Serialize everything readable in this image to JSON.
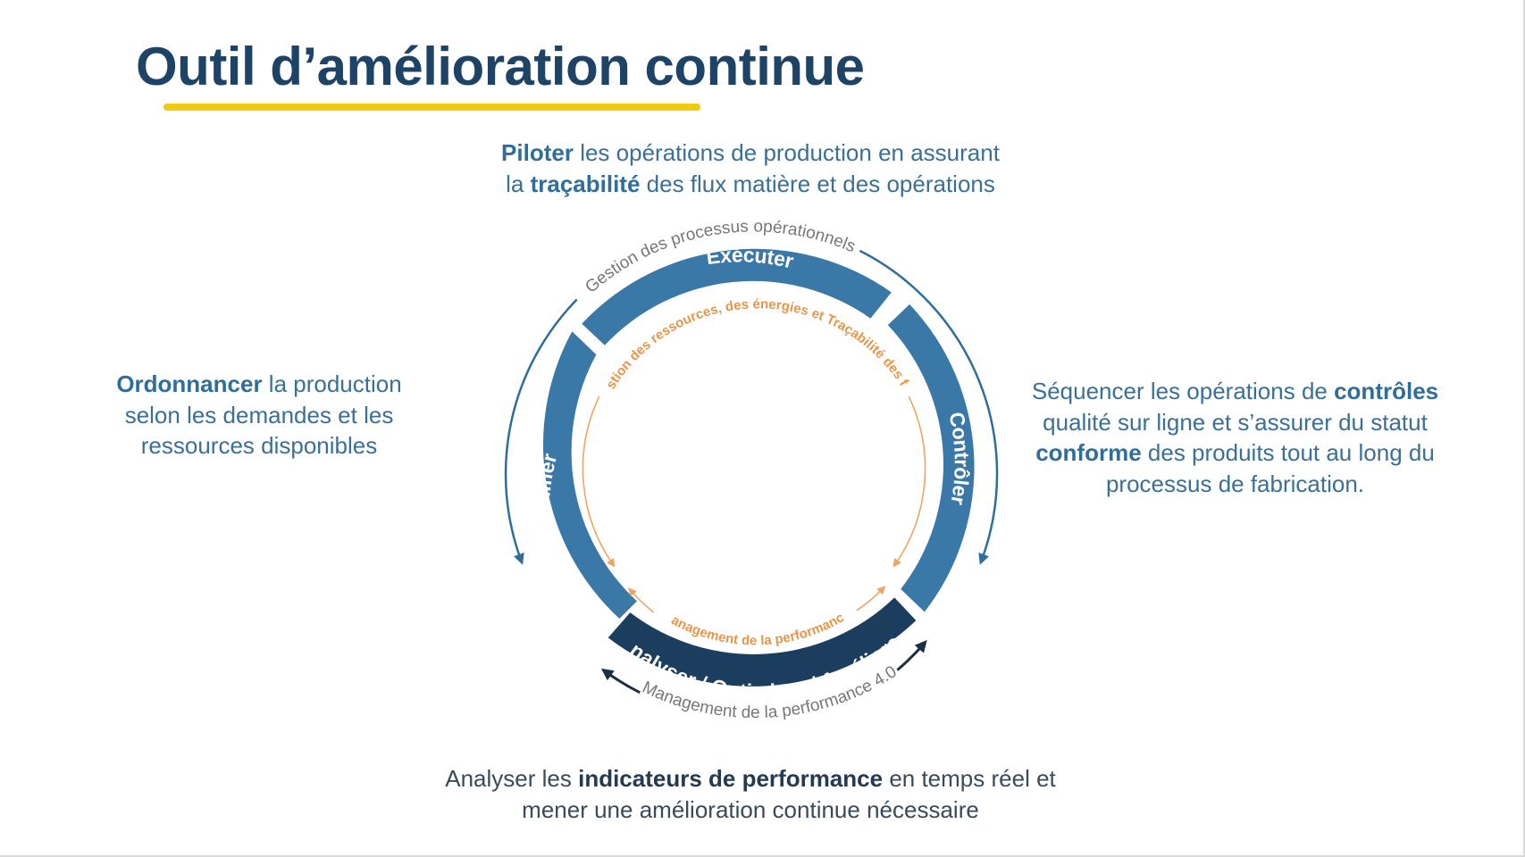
{
  "slide": {
    "title": "Outil d’amélioration continue",
    "accent_color": "#f2c811",
    "primary_color": "#1d4467"
  },
  "blocks": {
    "top": [
      {
        "bold": "Piloter",
        "rest": " les opérations de production en assurant"
      },
      {
        "pre": "la ",
        "bold": "traçabilité",
        "rest": " des flux matière et des opérations"
      }
    ],
    "left": [
      {
        "bold": "Ordonnancer",
        "rest": " la production"
      },
      {
        "text": "selon les demandes et les"
      },
      {
        "text": "ressources disponibles"
      }
    ],
    "right": [
      {
        "pre": "Séquencer les opérations de ",
        "bold": "contrôles"
      },
      {
        "text": "qualité sur ligne et s’assurer du statut"
      },
      {
        "bold": "conforme",
        "rest": " des produits tout au long du"
      },
      {
        "text": "processus de fabrication."
      }
    ],
    "bottom": [
      {
        "pre": "Analyser les ",
        "bold": "indicateurs de performance",
        "rest": " en temps réel et"
      },
      {
        "text": "mener une amélioration continue nécessaire"
      }
    ]
  },
  "cycle": {
    "segments": {
      "executer": "Exécuter",
      "controler": "Contrôler",
      "analyser": "Analyser / Optimiser / Améliorer",
      "planifier": "Planifier"
    },
    "outer_labels": {
      "top": "Gestion des processus opérationnels",
      "bottom": "Management de la performance 4.0"
    },
    "inner_labels": {
      "top": "Gestion des ressources, des énergies et Traçabilité des flux",
      "bottom": "Management de la performance"
    },
    "colors": {
      "segment": "#3a78a8",
      "segment_dark": "#1c3e5e",
      "outer_arrow": "#2f6e9b",
      "inner_arrow": "#eea564"
    }
  }
}
